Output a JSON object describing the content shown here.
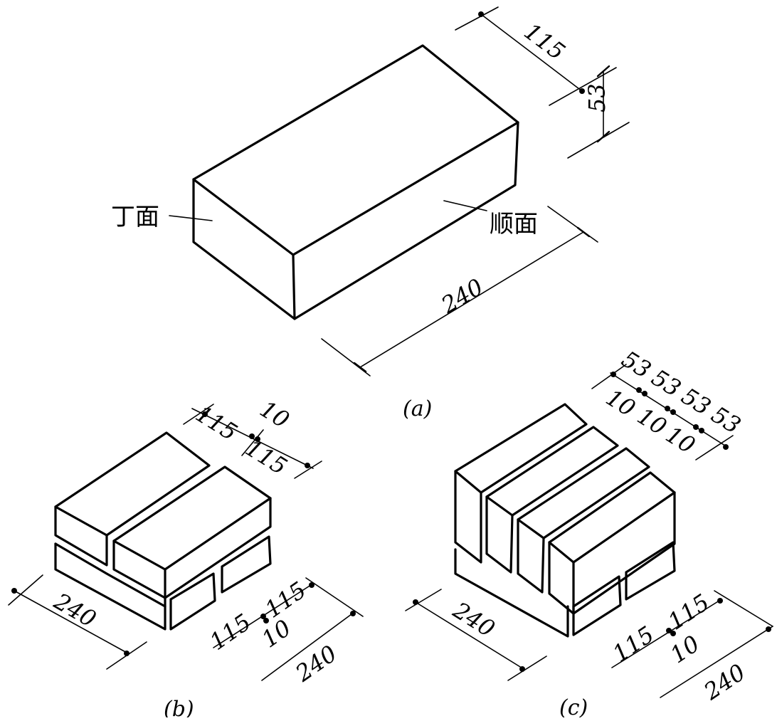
{
  "figure_a": {
    "label_header": "丁面",
    "label_stretcher": "顺面",
    "dim_width": "115",
    "dim_height": "53",
    "dim_length": "240",
    "caption": "(a)"
  },
  "figure_b": {
    "dim_top_left": "115",
    "dim_top_joint": "10",
    "dim_top_right": "115",
    "dim_front": "240",
    "dim_side_left": "115",
    "dim_side_right": "115",
    "dim_side_joint": "10",
    "dim_side_total": "240",
    "caption": "(b)"
  },
  "figure_c": {
    "dim_top": [
      "53",
      "53",
      "53",
      "53"
    ],
    "dim_joints": [
      "10",
      "10",
      "10"
    ],
    "dim_front": "240",
    "dim_side_left": "115",
    "dim_side_right": "115",
    "dim_side_joint": "10",
    "dim_side_total": "240",
    "caption": "(c)"
  }
}
